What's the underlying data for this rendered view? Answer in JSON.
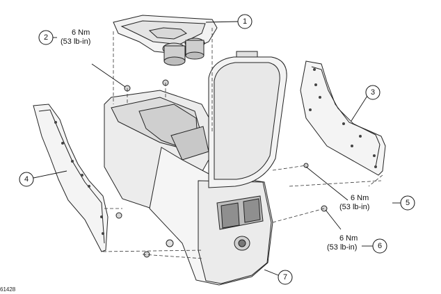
{
  "figure_id": "61428",
  "callouts": [
    {
      "number": "1"
    },
    {
      "number": "2",
      "torque": "6 Nm",
      "torque_imperial": "(53 lb-in)"
    },
    {
      "number": "3"
    },
    {
      "number": "4"
    },
    {
      "number": "5",
      "torque": "6 Nm",
      "torque_imperial": "(53 lb-in)"
    },
    {
      "number": "6",
      "torque": "6 Nm",
      "torque_imperial": "(53 lb-in)"
    },
    {
      "number": "7"
    }
  ]
}
